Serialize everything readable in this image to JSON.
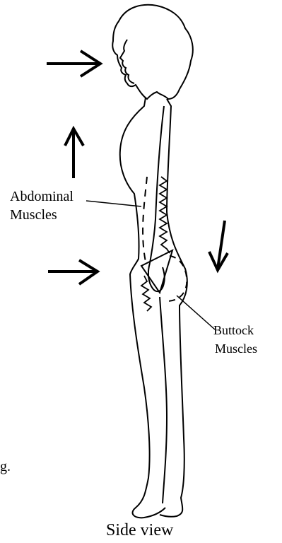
{
  "labels": {
    "abdominal_line1": "Abdominal",
    "abdominal_line2": "Muscles",
    "buttock_line1": "Buttock",
    "buttock_line2": "Muscles",
    "clipped_text": "g.",
    "caption": "Side view"
  },
  "colors": {
    "ink": "#000000",
    "background": "#ffffff"
  }
}
